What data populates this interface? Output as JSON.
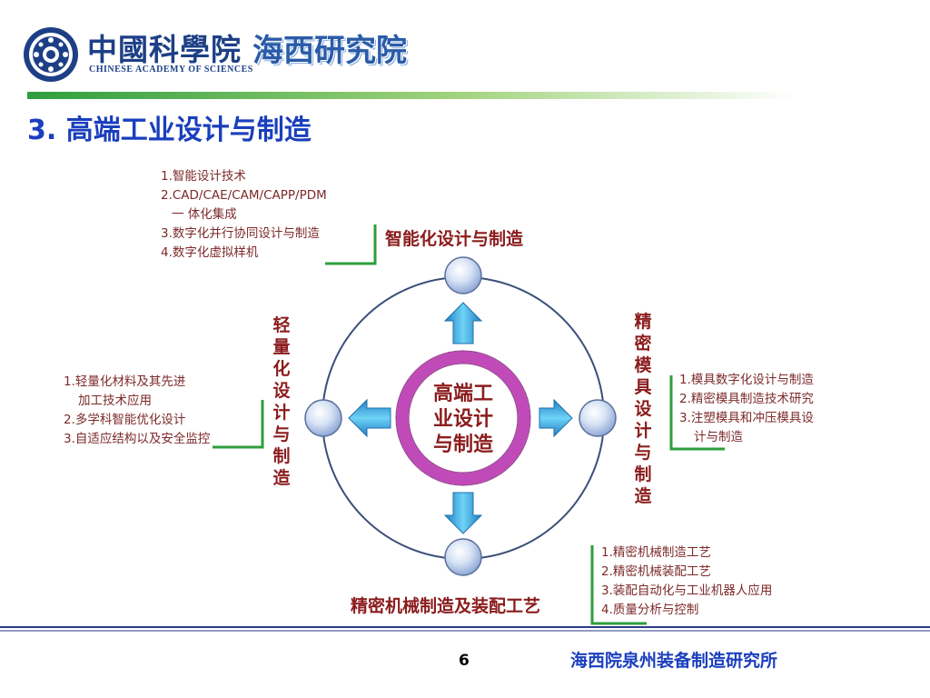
{
  "header": {
    "logo_cn": "中國科學院",
    "logo_en": "CHINESE ACADEMY OF SCIENCES",
    "institute": "海西研究院"
  },
  "slide": {
    "title": "3. 高端工业设计与制造",
    "center": [
      "高端工",
      "业设计",
      "与制造"
    ],
    "top": {
      "label": "智能化设计与制造",
      "items": [
        "1.智能设计技术",
        "2.CAD/CAE/CAM/CAPP/PDM",
        "一 体化集成",
        "3.数字化并行协同设计与制造",
        "4.数字化虚拟样机"
      ]
    },
    "left": {
      "label": [
        "轻",
        "量",
        "化",
        "设",
        "计",
        "与",
        "制",
        "造"
      ],
      "items": [
        "1.轻量化材料及其先进",
        "加工技术应用",
        "2.多学科智能优化设计",
        "3.自适应结构以及安全监控"
      ]
    },
    "right": {
      "label": [
        "精",
        "密",
        "模",
        "具",
        "设",
        "计",
        "与",
        "制",
        "造"
      ],
      "items": [
        "1.模具数字化设计与制造",
        "2.精密模具制造技术研究",
        "3.注塑模具和冲压模具设",
        "计与制造"
      ]
    },
    "bottom": {
      "label": "精密机械制造及装配工艺",
      "items": [
        "1.精密机械制造工艺",
        "2.精密机械装配工艺",
        "3.装配自动化与工业机器人应用",
        "4.质量分析与控制"
      ]
    }
  },
  "footer": {
    "page_number": "6",
    "organization": "海西院泉州装备制造研究所"
  },
  "colors": {
    "accent_green": "#2e9e3e",
    "title_blue": "#1a3fbd",
    "label_red": "#8b1c1c",
    "ring_magenta": "#c04ab8"
  }
}
